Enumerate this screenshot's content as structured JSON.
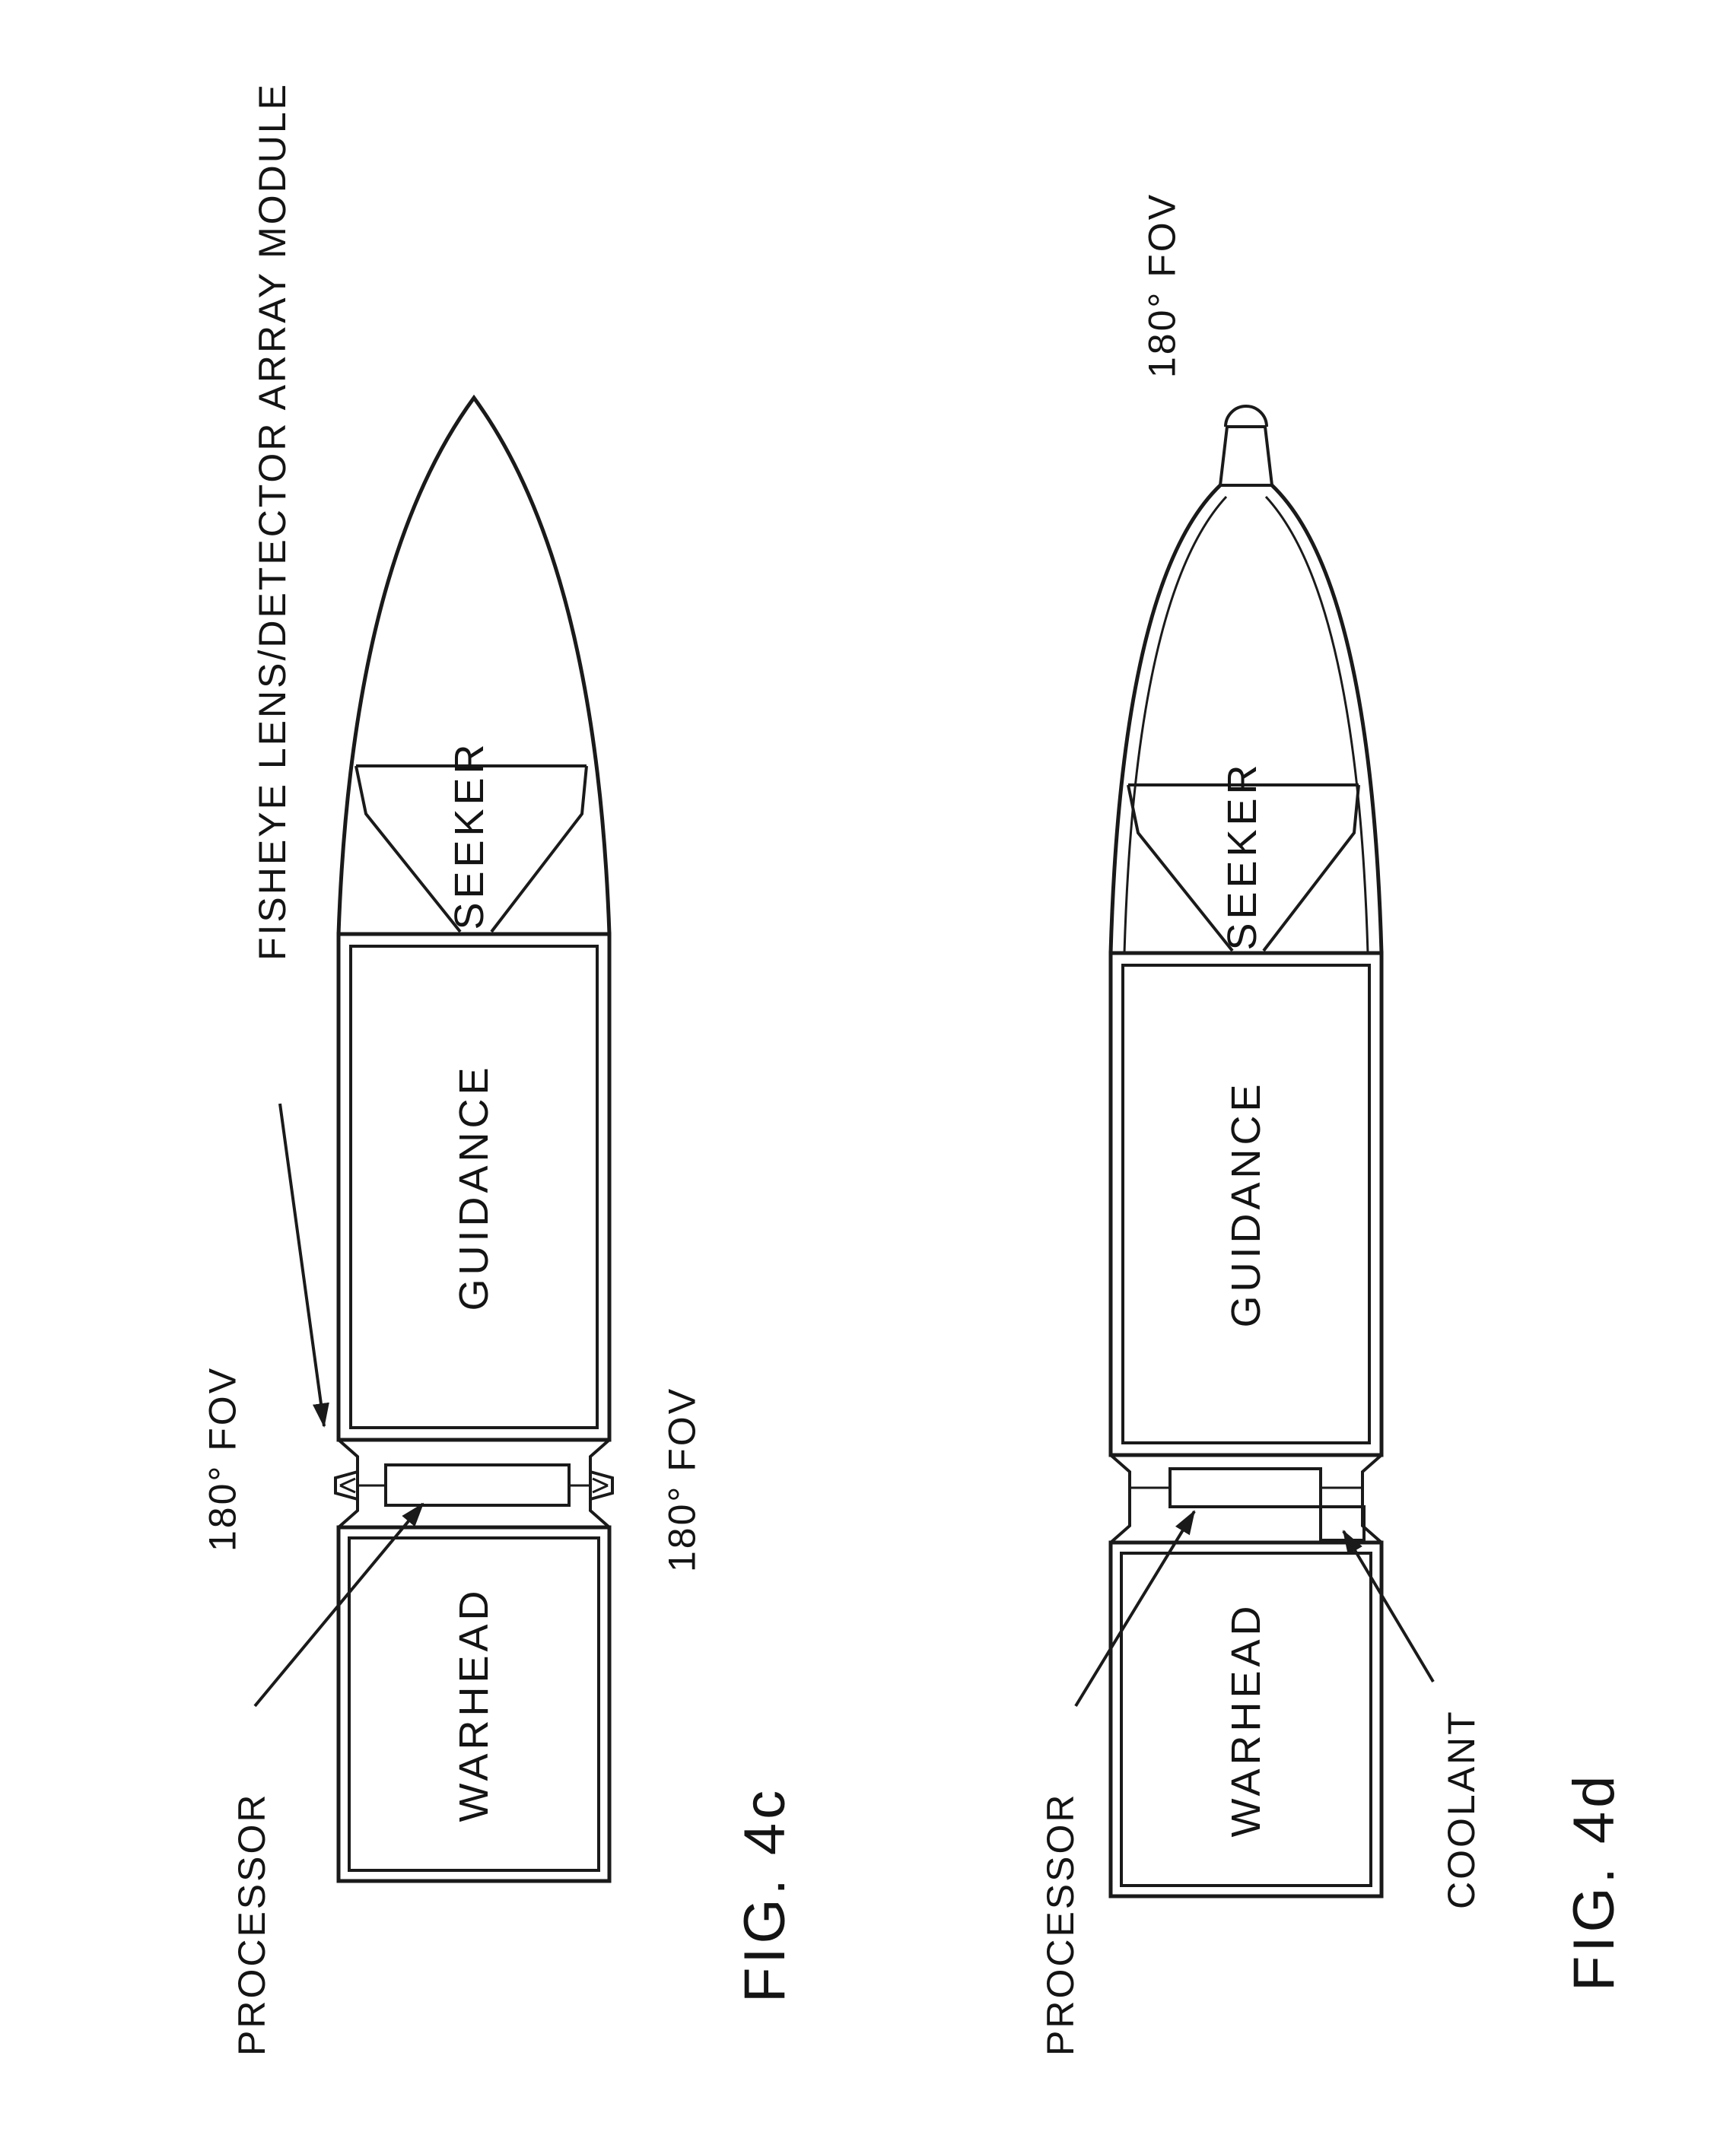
{
  "page": {
    "background": "#ffffff",
    "ink": "#1a1a1a"
  },
  "fig4c": {
    "caption": "FIG. 4c",
    "annotations": {
      "fisheye_module": "FISHEYE LENS/DETECTOR ARRAY MODULE",
      "fov_upper": "180° FOV",
      "fov_lower": "180° FOV",
      "processor": "PROCESSOR"
    },
    "sections": {
      "seeker": "SEEKER",
      "guidance": "GUIDANCE",
      "warhead": "WARHEAD"
    }
  },
  "fig4d": {
    "caption": "FIG. 4d",
    "annotations": {
      "fov": "180° FOV",
      "processor": "PROCESSOR",
      "coolant": "COOLANT"
    },
    "sections": {
      "seeker": "SEEKER",
      "guidance": "GUIDANCE",
      "warhead": "WARHEAD"
    }
  }
}
